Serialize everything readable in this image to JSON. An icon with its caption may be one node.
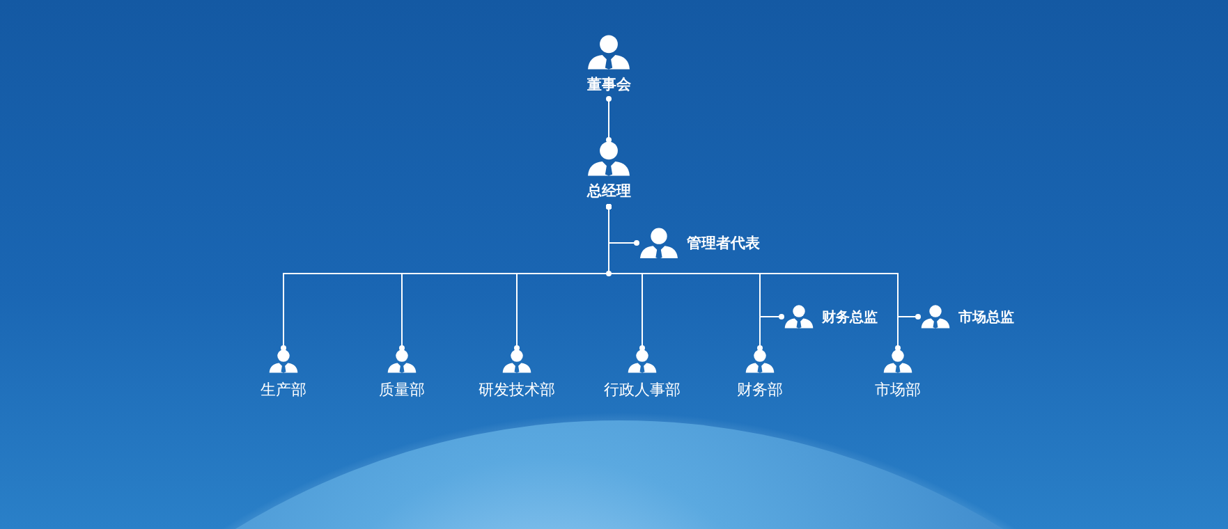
{
  "diagram": {
    "nodes": [
      {
        "text": [
          "董事会"
        ]
      },
      {
        "text": [
          "总经理"
        ]
      },
      {
        "text": [
          "管理者代表"
        ]
      },
      {
        "text": [
          "生产部"
        ]
      },
      {
        "text": [
          "质量部"
        ]
      },
      {
        "text": [
          "研发技术部"
        ]
      },
      {
        "text": [
          "行政人事部"
        ]
      },
      {
        "text": [
          "财务部"
        ]
      },
      {
        "text": [
          "市场部"
        ]
      },
      {
        "text": [
          "财务总监"
        ]
      },
      {
        "text": [
          "市场总监"
        ]
      }
    ],
    "edges": [
      {
        "from": 0,
        "to": 1,
        "arrow": "other"
      },
      {
        "from": 1,
        "to": 2,
        "arrow": "other"
      },
      {
        "from": 1,
        "to": 3,
        "arrow": "other"
      },
      {
        "from": 1,
        "to": 4,
        "arrow": "other"
      },
      {
        "from": 1,
        "to": 5,
        "arrow": "other"
      },
      {
        "from": 1,
        "to": 6,
        "arrow": "other"
      },
      {
        "from": 1,
        "to": 7,
        "arrow": "other"
      },
      {
        "from": 1,
        "to": 8,
        "arrow": "other"
      },
      {
        "from": 1,
        "to": 9,
        "arrow": "other"
      },
      {
        "from": 1,
        "to": 10,
        "arrow": "other"
      }
    ]
  }
}
